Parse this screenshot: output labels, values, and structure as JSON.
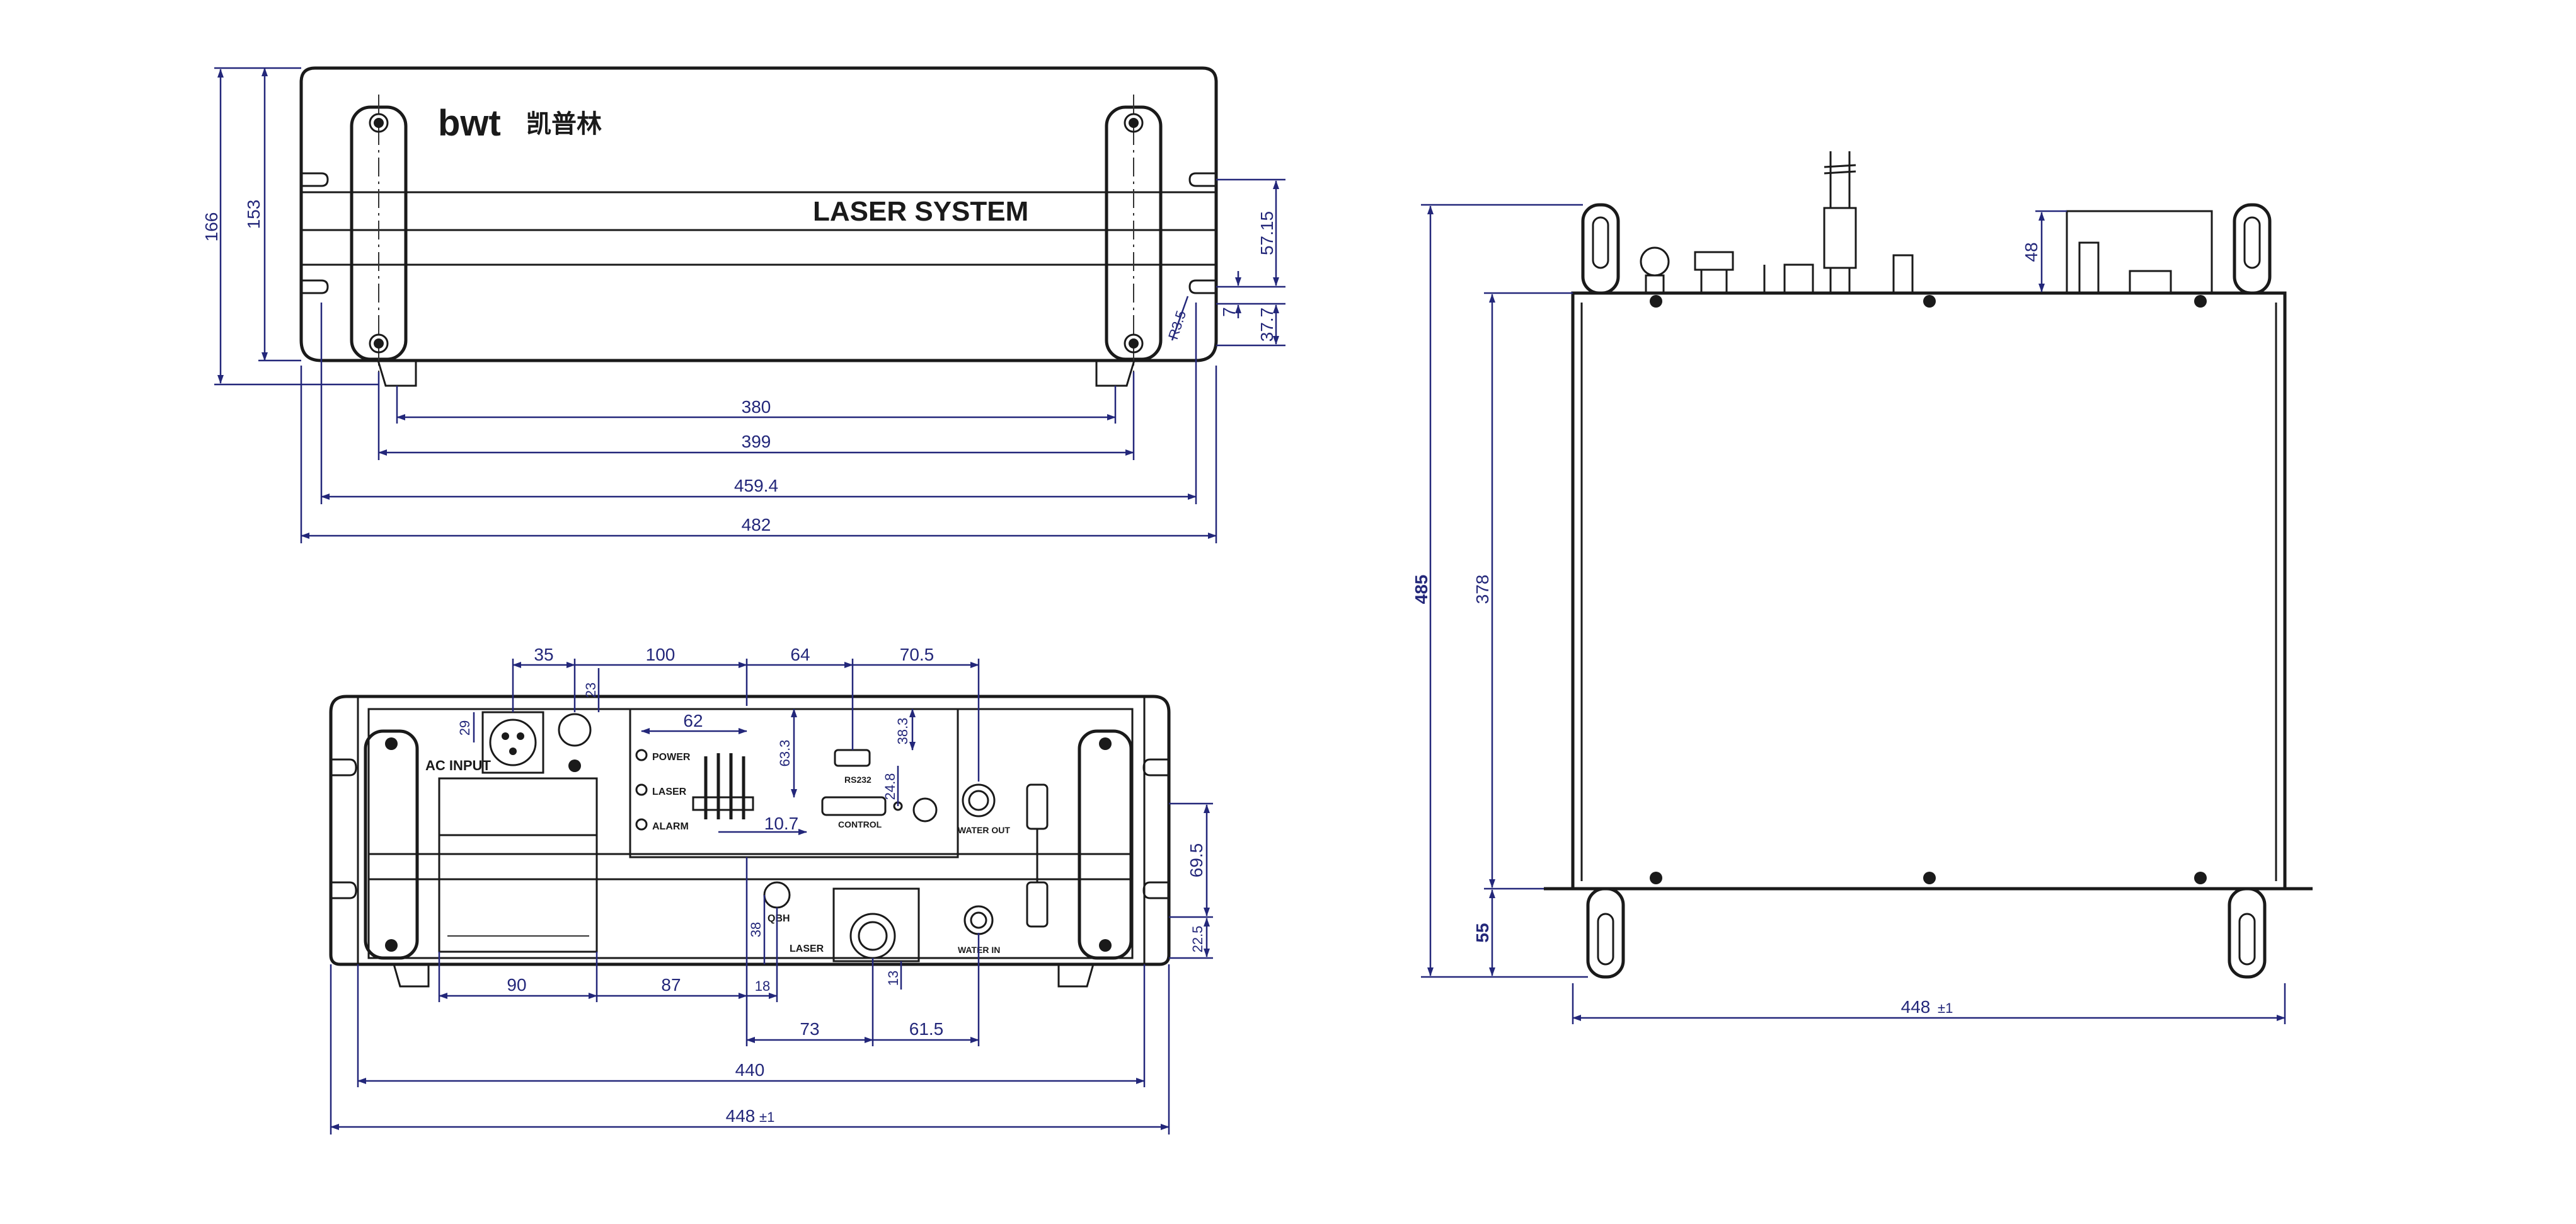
{
  "front_view": {
    "brand_logo_text": "bwt",
    "brand_chinese": "凯普林",
    "panel_title": "LASER SYSTEM",
    "dims": {
      "h166": "166",
      "h153": "153",
      "w380": "380",
      "w399": "399",
      "w459": "459.4",
      "w482": "482",
      "r57": "57.15",
      "r7": "7",
      "r37": "37.7",
      "r35": "R3.5"
    }
  },
  "rear_view": {
    "labels": {
      "ac_input": "AC INPUT",
      "power": "POWER",
      "laser": "LASER",
      "alarm": "ALARM",
      "rs232": "RS232",
      "control": "CONTROL",
      "water_out": "WATER OUT",
      "qbh": "QBH",
      "laser_out": "LASER",
      "water_in": "WATER IN"
    },
    "dims": {
      "d35": "35",
      "d100": "100",
      "d64": "64",
      "d70": "70.5",
      "d23": "23",
      "d29": "29",
      "d62": "62",
      "d63": "63.3",
      "d38": "38.3",
      "d24": "24.8",
      "d10": "10.7",
      "d69": "69.5",
      "d22": "22.5",
      "d38b": "38",
      "d13": "13",
      "d90": "90",
      "d87": "87",
      "d18": "18",
      "d73": "73",
      "d61": "61.5",
      "d440": "440",
      "d448": "448",
      "tol": "±1"
    }
  },
  "side_view": {
    "dims": {
      "d485": "485",
      "d378": "378",
      "d55": "55",
      "d48": "48",
      "d448": "448",
      "tol": "±1"
    }
  },
  "colors": {
    "dimension": "#23277a",
    "outline": "#1a1a1a"
  }
}
